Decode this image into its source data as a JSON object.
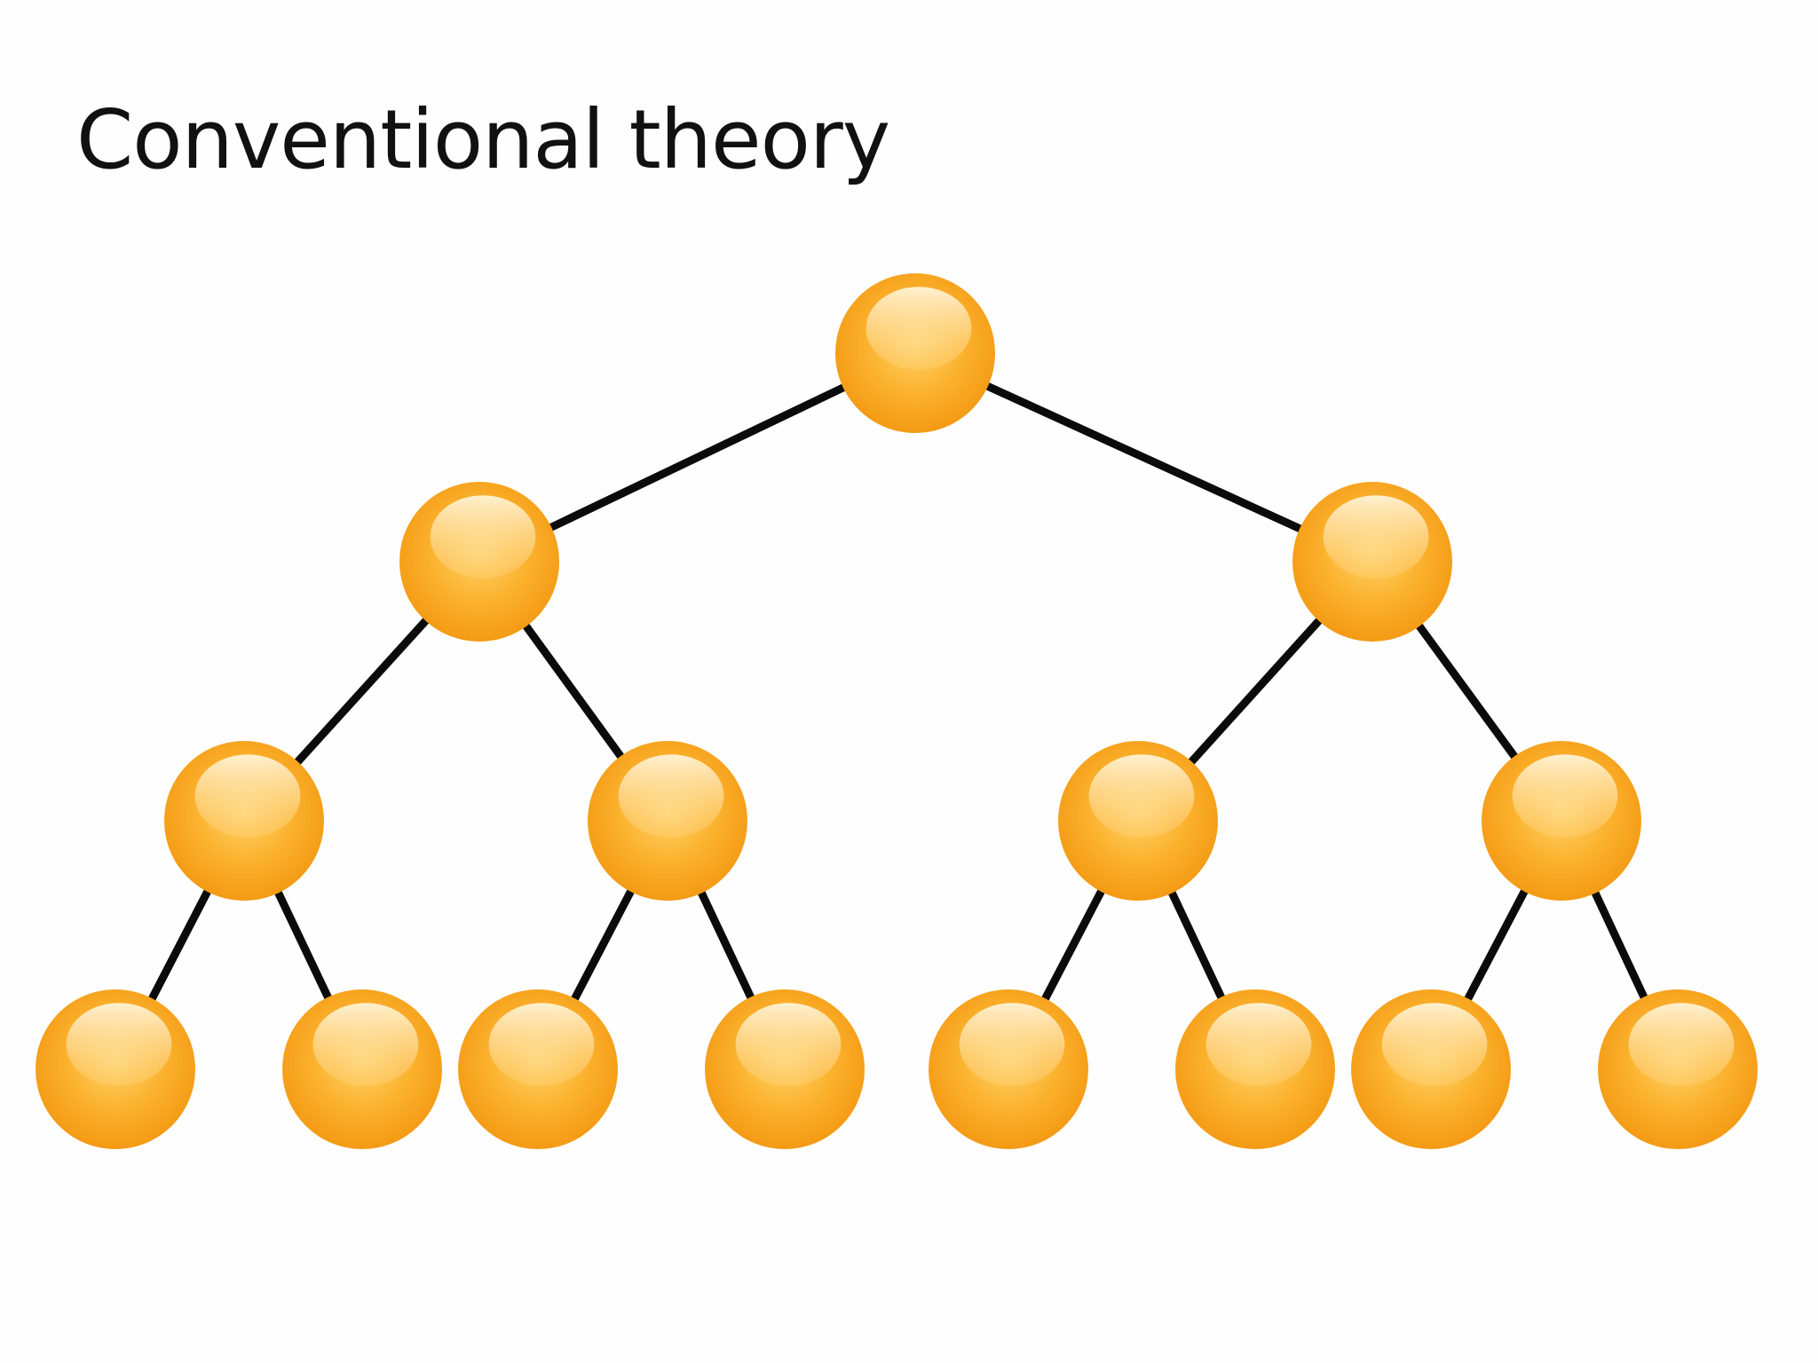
{
  "slide": {
    "title": "Conventional theory"
  },
  "tree": {
    "type": "binary-hierarchy",
    "levels": 4,
    "node_color": "#f7a21c",
    "node_highlight_color": "#fff1cf",
    "edge_color": "#0b0b0b",
    "node_counts_per_level": [
      1,
      2,
      4,
      8
    ]
  }
}
